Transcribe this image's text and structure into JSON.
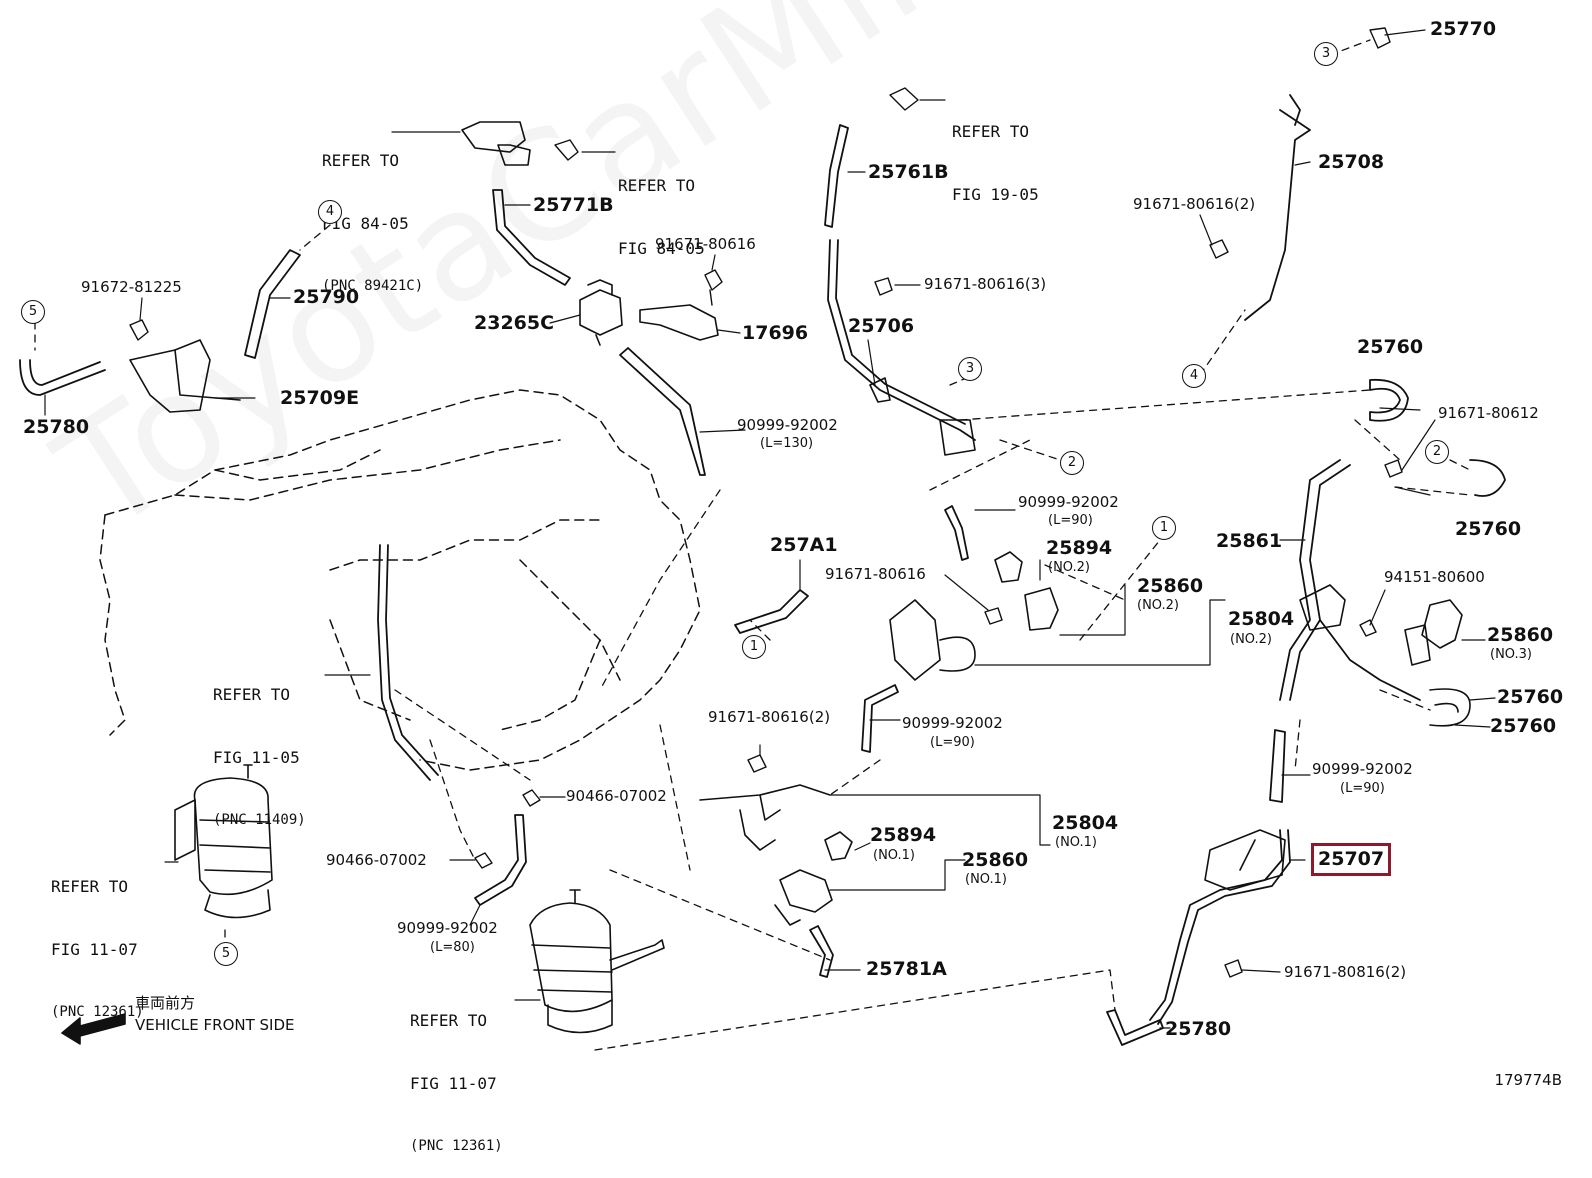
{
  "watermark": "ToyotaCarMine.ru",
  "figure_number": "179774B",
  "front_direction": {
    "line1": "車両前方",
    "line2": "VEHICLE FRONT SIDE"
  },
  "highlighted_part": "25707",
  "part_labels": {
    "p25770": "25770",
    "p25708": "25708",
    "p91671_80616_2a": "91671-80616(2)",
    "p25761B": "25761B",
    "p91671_80616_3": "91671-80616(3)",
    "p25706": "25706",
    "p25771B": "25771B",
    "p91671_80616": "91671-80616",
    "p23265C": "23265C",
    "p17696": "17696",
    "p91672_81225": "91672-81225",
    "p25790": "25790",
    "p25709E": "25709E",
    "p25780_left": "25780",
    "p90999_92002_130": "90999-92002",
    "p90999_92002_90a": "90999-92002",
    "p25894_no2": "25894",
    "p257A1": "257A1",
    "p91671_80616_b": "91671-80616",
    "p25860_no2": "25860",
    "p25804_no2": "25804",
    "p25760_top": "25760",
    "p91671_80612": "91671-80612",
    "p25760_mid": "25760",
    "p25861": "25861",
    "p94151_80600": "94151-80600",
    "p25860_no3": "25860",
    "p25760_b1": "25760",
    "p25760_b2": "25760",
    "p90999_92002_90b": "90999-92002",
    "p91671_80616_2b": "91671-80616(2)",
    "p90466_07002_a": "90466-07002",
    "p90466_07002_b": "90466-07002",
    "p25894_no1": "25894",
    "p25860_no1": "25860",
    "p25804_no1": "25804",
    "p90999_92002_90c": "90999-92002",
    "p90999_92002_80": "90999-92002",
    "p25781A": "25781A",
    "p91671_80816_2": "91671-80816(2)",
    "p25780_right": "25780"
  },
  "sub_labels": {
    "l130": "(L=130)",
    "l90a": "(L=90)",
    "no2a": "(NO.2)",
    "no2b": "(NO.2)",
    "no2c": "(NO.2)",
    "no3": "(NO.3)",
    "l90b": "(L=90)",
    "l90c": "(L=90)",
    "no1a": "(NO.1)",
    "no1b": "(NO.1)",
    "no1c": "(NO.1)",
    "l80": "(L=80)"
  },
  "references": {
    "ref_84_05_a": {
      "line1": "REFER TO",
      "line2": "FIG 84-05",
      "line3": "(PNC 89421C)"
    },
    "ref_84_05_b": {
      "line1": "REFER TO",
      "line2": "FIG 84-05"
    },
    "ref_19_05": {
      "line1": "REFER TO",
      "line2": "FIG 19-05"
    },
    "ref_11_05": {
      "line1": "REFER TO",
      "line2": "FIG 11-05",
      "line3": "(PNC 11409)"
    },
    "ref_11_07_a": {
      "line1": "REFER TO",
      "line2": "FIG 11-07",
      "line3": "(PNC 12361)"
    },
    "ref_11_07_b": {
      "line1": "REFER TO",
      "line2": "FIG 11-07",
      "line3": "(PNC 12361)"
    }
  },
  "connection_markers": {
    "m3_top": "3",
    "m4_top": "4",
    "m4_left": "4",
    "m5_left": "5",
    "m3_mid": "3",
    "m2_mid": "2",
    "m1_right": "1",
    "m2_right": "2",
    "m1_low": "1",
    "m5_bottom": "5"
  }
}
